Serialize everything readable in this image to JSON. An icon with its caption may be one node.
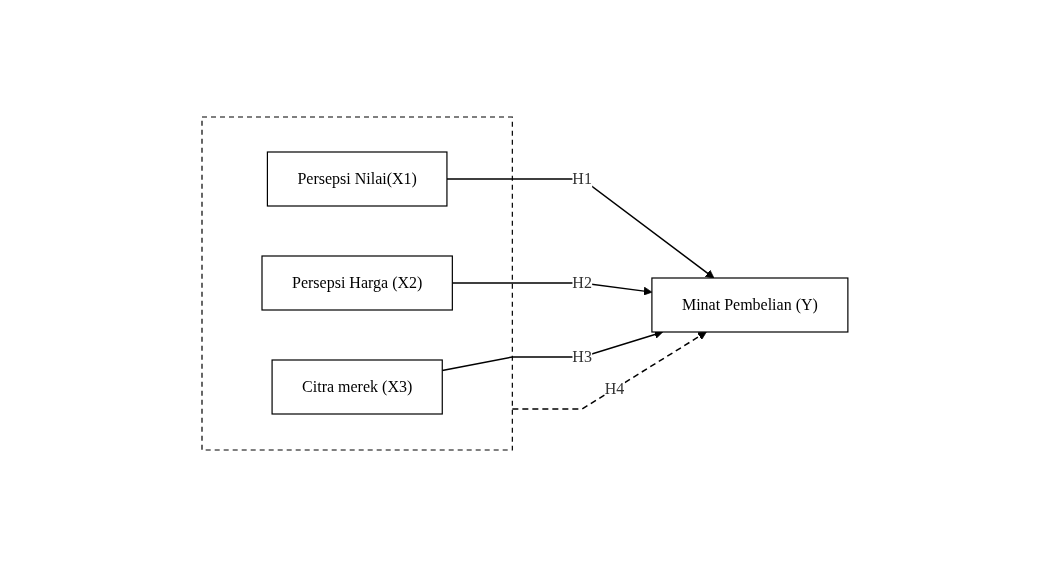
{
  "diagram": {
    "nodes": [
      {
        "text": [],
        "shape": "box"
      },
      {
        "text": [
          "Persepsi Nilai(X1)"
        ],
        "in": 0
      },
      {
        "text": [
          "Persepsi Harga (X2)"
        ],
        "in": 0
      },
      {
        "text": [
          "Citra merek (X3)"
        ],
        "in": 0
      },
      {
        "text": [
          "Minat Pembelian (Y)"
        ]
      }
    ],
    "edges": [
      {
        "from": 1,
        "to": 4,
        "arrow": "to",
        "label": "H1"
      },
      {
        "from": 2,
        "to": 4,
        "arrow": "to",
        "label": "H2"
      },
      {
        "from": 3,
        "to": 4,
        "arrow": "to",
        "label": "H3"
      },
      {
        "from": 0,
        "to": 4,
        "arrow": "to",
        "label": "H4",
        "style": "dashed"
      }
    ]
  }
}
